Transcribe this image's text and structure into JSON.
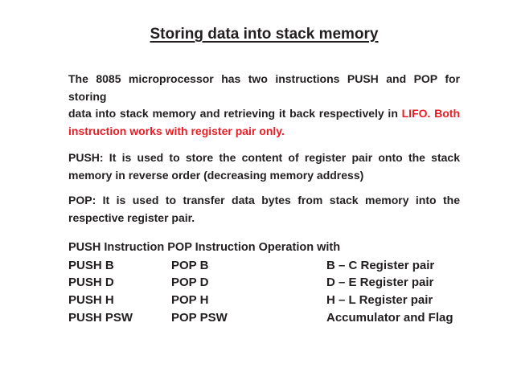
{
  "slide": {
    "title": "Storing data into stack memory",
    "intro": {
      "line1": "The 8085 microprocessor has two instructions PUSH and POP for storing",
      "line2_normal": "data into stack memory and retrieving it back respectively in",
      "line2_highlight": "LIFO. Both",
      "line3_highlight": "instruction works with register pair only."
    },
    "push_definition": {
      "line1": "PUSH: It is used to store the content of register pair onto the stack",
      "line2": "memory in reverse order (decreasing memory address)"
    },
    "pop_definition": {
      "line1": "POP: It is used to transfer data bytes from stack memory into the",
      "line2": "respective register pair."
    },
    "instruction_table": {
      "header": "PUSH Instruction POP Instruction Operation with",
      "rows": [
        {
          "push": "PUSH B",
          "pop": "POP B",
          "operation": "B – C Register pair"
        },
        {
          "push": "PUSH D",
          "pop": "POP D",
          "operation": "D – E Register pair"
        },
        {
          "push": "PUSH H",
          "pop": "POP H",
          "operation": "H – L Register pair"
        },
        {
          "push": "PUSH PSW",
          "pop": "POP PSW",
          "operation": "Accumulator and Flag"
        }
      ]
    },
    "colors": {
      "background": "#ffffff",
      "text": "#231f20",
      "highlight": "#ec1c24"
    }
  }
}
